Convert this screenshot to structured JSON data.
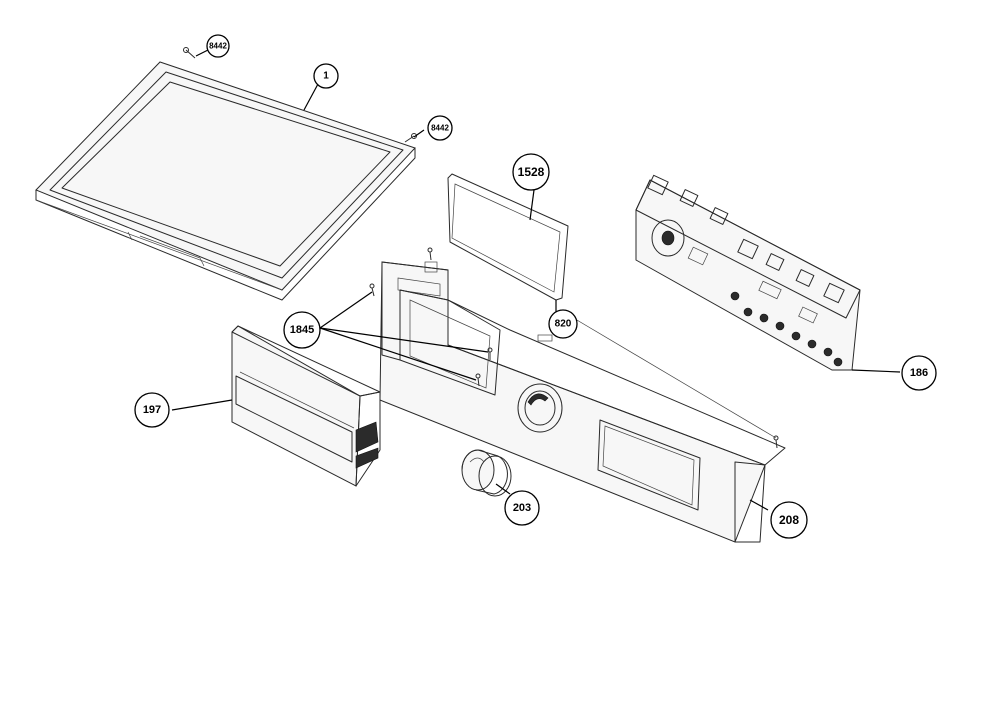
{
  "callouts": [
    {
      "id": "c-8442-top",
      "label": "8442"
    },
    {
      "id": "c-1",
      "label": "1"
    },
    {
      "id": "c-8442-right",
      "label": "8442"
    },
    {
      "id": "c-1528",
      "label": "1528"
    },
    {
      "id": "c-820",
      "label": "820"
    },
    {
      "id": "c-1845",
      "label": "1845"
    },
    {
      "id": "c-197",
      "label": "197"
    },
    {
      "id": "c-203",
      "label": "203"
    },
    {
      "id": "c-208",
      "label": "208"
    },
    {
      "id": "c-186",
      "label": "186"
    }
  ]
}
